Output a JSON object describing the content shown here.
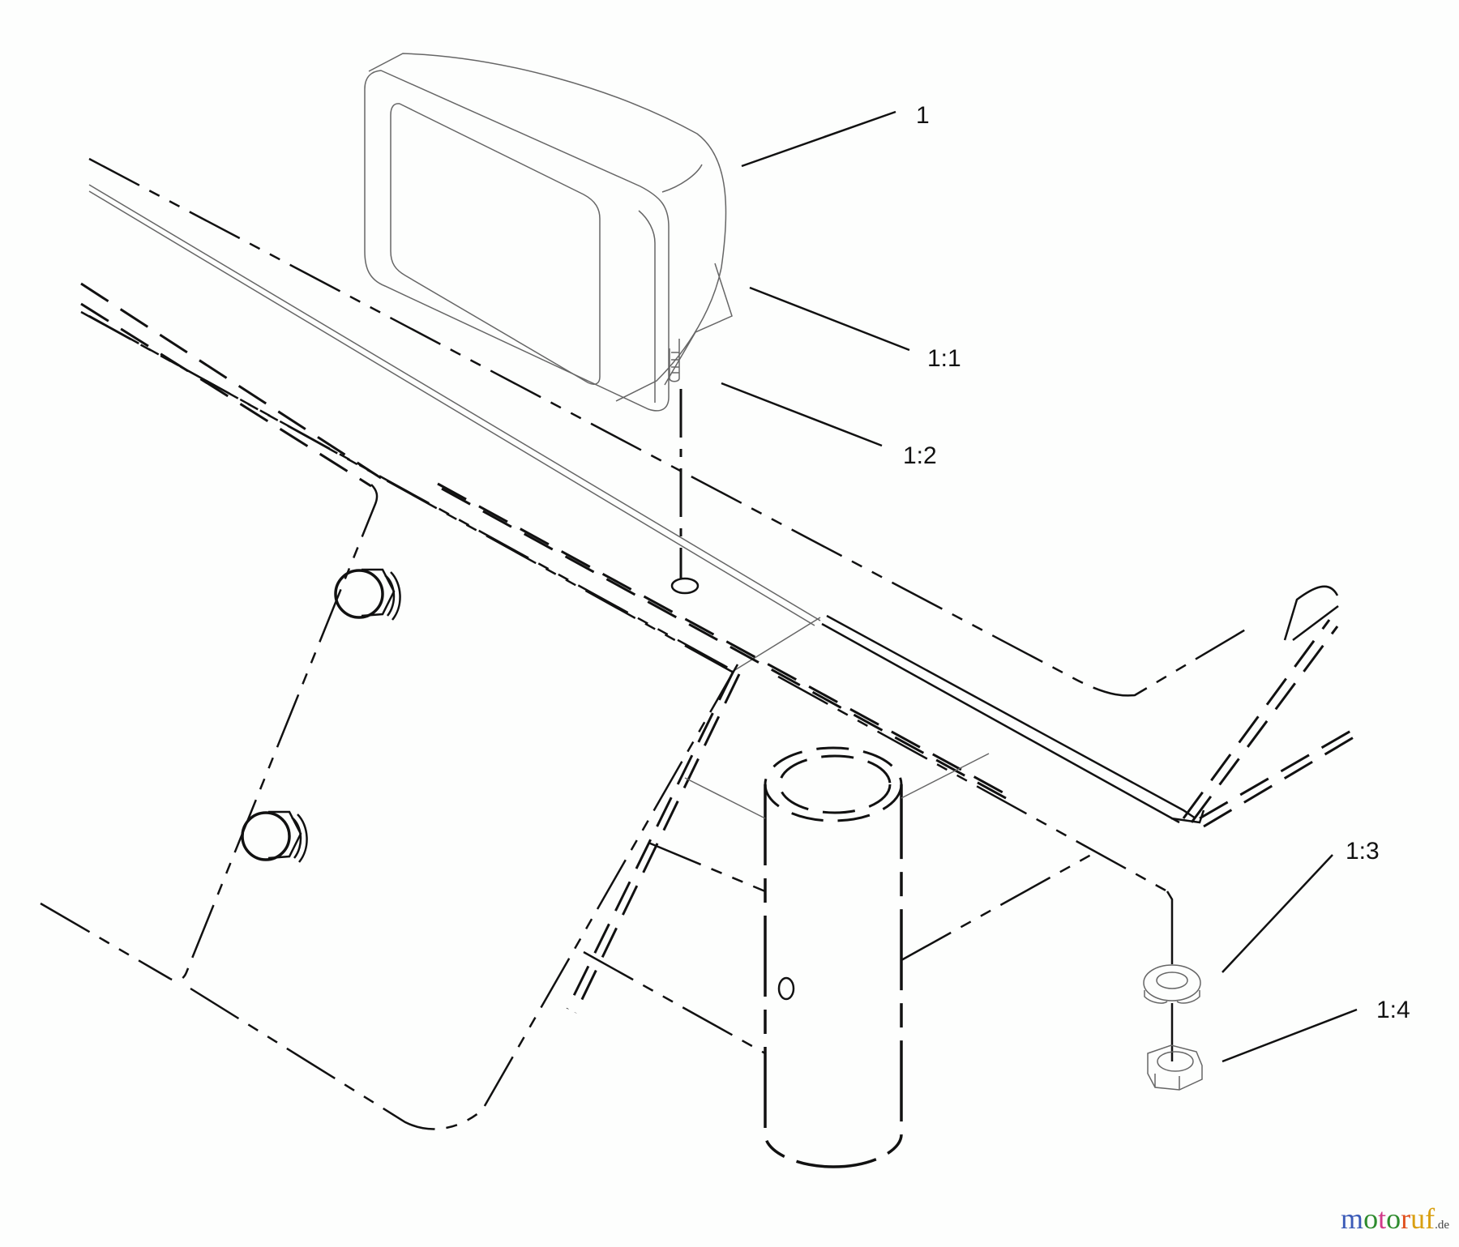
{
  "diagram": {
    "type": "exploded-parts-view",
    "callouts": [
      {
        "id": "1",
        "label": "1",
        "part": "work-light"
      },
      {
        "id": "1-1",
        "label": "1:1",
        "part": "light-bracket"
      },
      {
        "id": "1-2",
        "label": "1:2",
        "part": "mounting-stud"
      },
      {
        "id": "1-3",
        "label": "1:3",
        "part": "lock-washer"
      },
      {
        "id": "1-4",
        "label": "1:4",
        "part": "hex-nut"
      }
    ]
  },
  "watermark": {
    "letters": [
      "m",
      "o",
      "t",
      "o",
      "r",
      "u",
      "f"
    ],
    "colors": [
      "#3b5bb8",
      "#2e8b2e",
      "#d23a8a",
      "#2e8b2e",
      "#e0501e",
      "#d9a012",
      "#d9a012"
    ],
    "suffix": ".de"
  }
}
